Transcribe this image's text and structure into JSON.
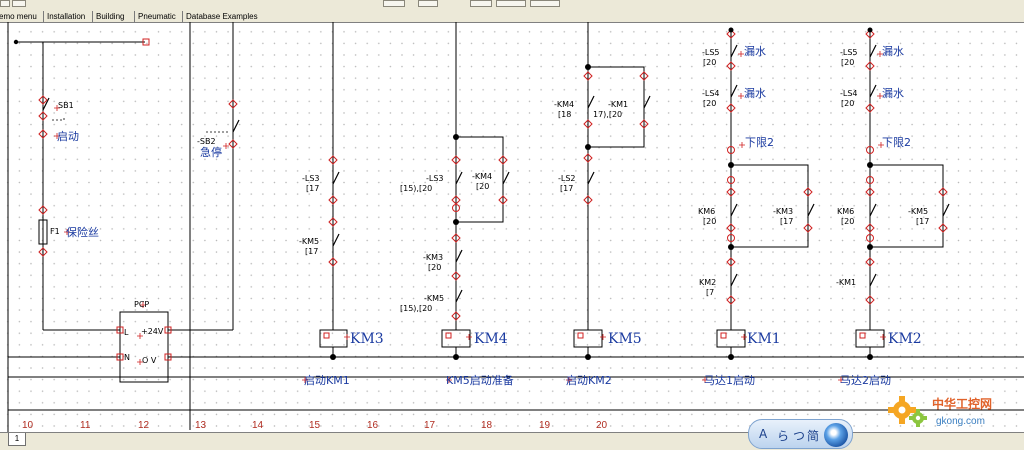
{
  "tabs": [
    {
      "label": "emo menu"
    },
    {
      "label": "Installation"
    },
    {
      "label": "Building"
    },
    {
      "label": "Pneumatic"
    },
    {
      "label": "Database Examples"
    }
  ],
  "columns": [
    "10",
    "11",
    "12",
    "13",
    "14",
    "15",
    "16",
    "17",
    "18",
    "19",
    "20"
  ],
  "page_tab": "1",
  "ime": {
    "a": "A",
    "b": "ら",
    "c": "つ",
    "d": "简"
  },
  "watermark": {
    "cn": "中华工控网",
    "url": "gkong.com"
  },
  "labels": {
    "sb1": "SB1",
    "qidong": "启动",
    "sb2": "-SB2",
    "jiting": "急停",
    "f1": "F1",
    "baoxiansi": "保险丝",
    "pcp": "PCP",
    "l": "L",
    "n": "N",
    "v24": "+24V",
    "ov": "O V",
    "ls3a": "-LS3",
    "ls3a_ref": "[17",
    "km5a": "-KM5",
    "km5a_ref": "[17",
    "ls3b": "-LS3",
    "ls3b_ref": "[15),[20",
    "km4b": "-KM4",
    "km4b_ref": "[20",
    "km3b": "-KM3",
    "km3b_ref": "[20",
    "km5b": "-KM5",
    "km5b_ref": "[15),[20",
    "km4c": "-KM4",
    "km4c_ref": "[18",
    "km4c_ref2": "17),[20",
    "km1c": "-KM1",
    "ls2c": "-LS2",
    "ls2c_ref": "[17",
    "ls5d": "-LS5",
    "ls5d_ref": "[20",
    "loushui1": "漏水",
    "ls4d": "-LS4",
    "ls4d_ref": "[20",
    "loushui2": "漏水",
    "xiaxian2d": "下限2",
    "km6d": "KM6",
    "km6d_ref": "[20",
    "km3d": "-KM3",
    "km3d_ref": "[17",
    "km2d": "KM2",
    "km2d_ref": "[7",
    "ls5e": "-LS5",
    "ls5e_ref": "[20",
    "loushui3": "漏水",
    "ls4e": "-LS4",
    "ls4e_ref": "[20",
    "loushui4": "漏水",
    "xiaxian2e": "下限2",
    "km6e": "KM6",
    "km6e_ref": "[20",
    "km5e": "-KM5",
    "km5e_ref": "[17",
    "km1e": "-KM1",
    "coil_km3": "KM3",
    "coil_km4": "KM4",
    "coil_km5": "KM5",
    "coil_km1": "KM1",
    "coil_km2": "KM2",
    "desc_km3": "启动KM1",
    "desc_km4": "KM5启动准备",
    "desc_km5": "启动KM2",
    "desc_km1": "马达1启动",
    "desc_km2": "马达2启动"
  },
  "colors": {
    "wire": "#000000",
    "symbol": "#d02020",
    "text_blue": "#1a3aa0",
    "grid": "#b8b8b8"
  }
}
